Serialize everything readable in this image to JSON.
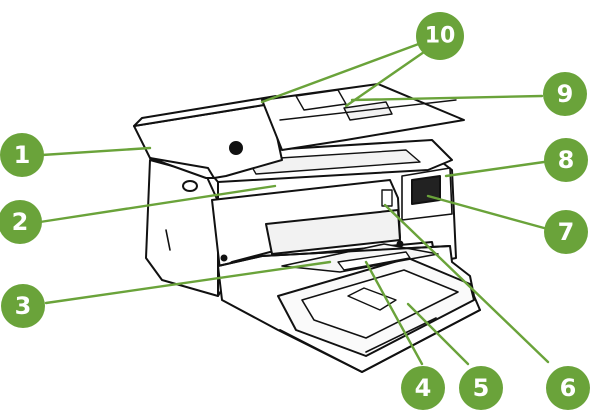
{
  "diagram": {
    "callouts": [
      {
        "id": "c1",
        "label": "1"
      },
      {
        "id": "c2",
        "label": "2"
      },
      {
        "id": "c3",
        "label": "3"
      },
      {
        "id": "c4",
        "label": "4"
      },
      {
        "id": "c5",
        "label": "5"
      },
      {
        "id": "c6",
        "label": "6"
      },
      {
        "id": "c7",
        "label": "7"
      },
      {
        "id": "c8",
        "label": "8"
      },
      {
        "id": "c9",
        "label": "9"
      },
      {
        "id": "c10",
        "label": "10"
      }
    ],
    "colors": {
      "callout_fill": "#6aa33a",
      "callout_text": "#ffffff",
      "line": "#6aa33a",
      "outline": "#111111",
      "body_fill": "#ffffff"
    }
  }
}
